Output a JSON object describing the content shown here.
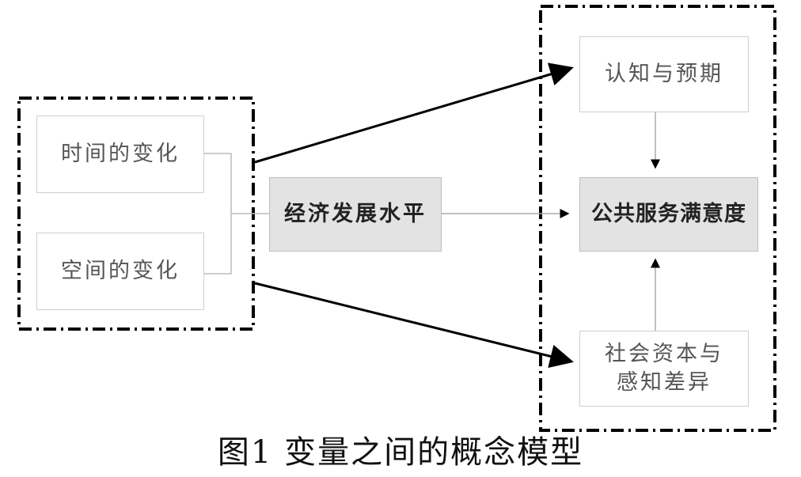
{
  "diagram": {
    "left_group": {
      "time_change": "时间的变化",
      "space_change": "空间的变化"
    },
    "middle": {
      "economic_level": "经济发展水平"
    },
    "right_group": {
      "cognition": "认知与预期",
      "satisfaction": "公共服务满意度",
      "social_capital": "社会资本与感知差异"
    }
  },
  "caption": "图1 变量之间的概念模型"
}
